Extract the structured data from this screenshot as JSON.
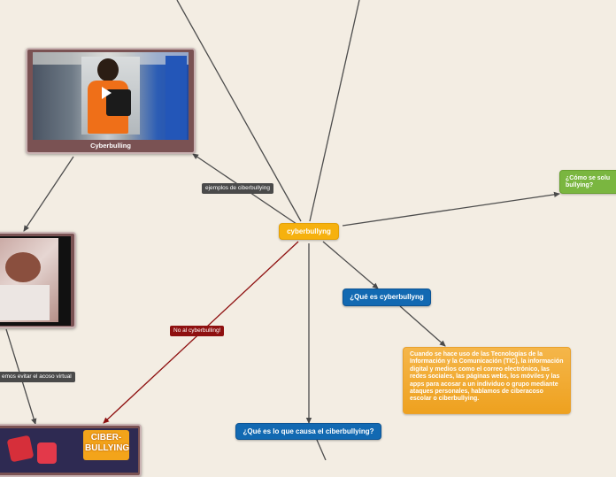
{
  "central": {
    "label": "cyberbullyng"
  },
  "topics": {
    "what_is": "¿Qué es cyberbullyng",
    "causes": "¿Qué es lo que causa el ciberbullying?",
    "solve": "¿Cómo se solu bullying?"
  },
  "description": "Cuando se hace uso de las Tecnologías de la Información y la Comunicación (TIC), la información digital y medios como el correo electrónico, las redes sociales, las páginas webs, los móviles y las apps para acosar a un individuo o grupo mediante ataques personales, hablamos de ciberacoso escolar o ciberbullying.",
  "links": {
    "examples": "ejemplos de ciberbullying",
    "no_bullying": "No al cyberbulling!",
    "avoid": "emos evitar el acoso virtual"
  },
  "media": {
    "video_caption": "Cyberbulling",
    "poster_text": "CIBER- BULLYING"
  },
  "icons": {
    "play": "play-icon"
  },
  "colors": {
    "central": "#f6b10e",
    "topic": "#1269b2",
    "solution": "#7ab640",
    "red_link": "#8e1010"
  }
}
